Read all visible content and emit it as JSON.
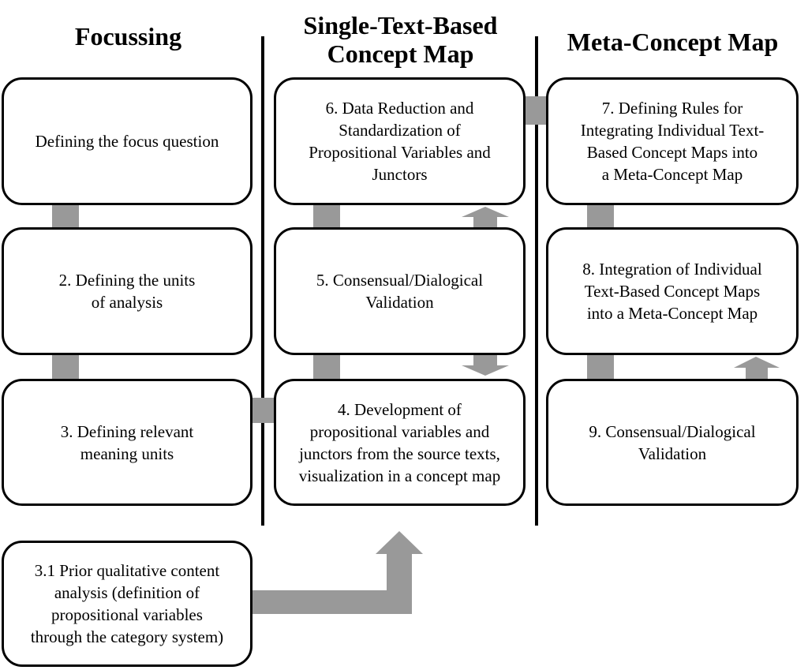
{
  "columns": [
    {
      "title": "Focussing"
    },
    {
      "title": "Single-Text-Based\nConcept Map"
    },
    {
      "title": "Meta-Concept Map"
    }
  ],
  "steps": {
    "s1": "Defining the focus question",
    "s2": "2. Defining the units\nof analysis",
    "s3": "3. Defining relevant\nmeaning units",
    "s3_1": "3.1 Prior qualitative content\nanalysis (definition of\npropositional variables\nthrough the category system)",
    "s4": "4. Development of\npropositional variables and\njunctors from the source texts,\nvisualization in a concept map",
    "s5": "5. Consensual/Dialogical\nValidation",
    "s6": "6. Data Reduction and\nStandardization of\nPropositional Variables and\nJunctors",
    "s7": "7. Defining Rules for\nIntegrating Individual Text-\nBased Concept Maps into\na Meta-Concept Map",
    "s8": "8. Integration of Individual\nText-Based Concept Maps\ninto a Meta-Concept Map",
    "s9": "9. Consensual/Dialogical\nValidation"
  },
  "colors": {
    "connector": "#999999",
    "border": "#000000"
  }
}
